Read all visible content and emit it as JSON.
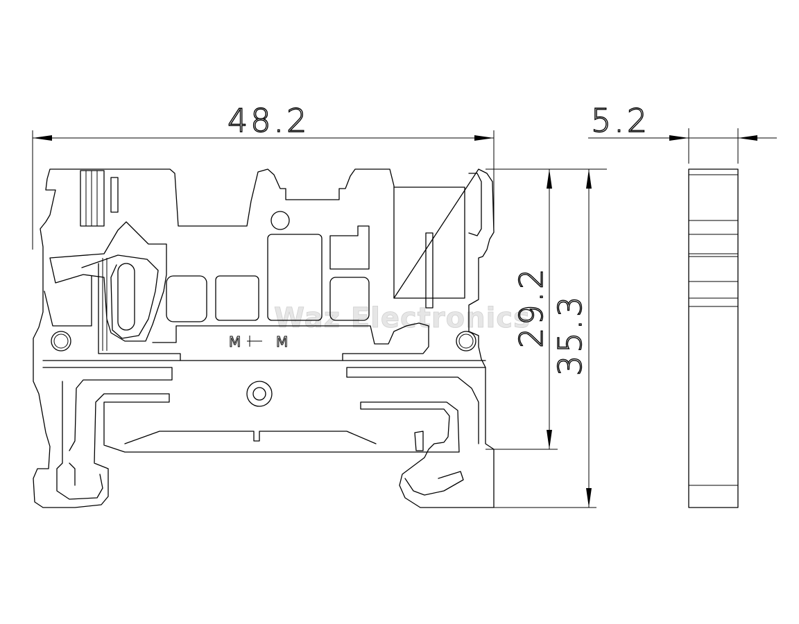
{
  "dimensions": {
    "width_main": "48.2",
    "width_side": "5.2",
    "height_inner": "29.2",
    "height_total": "35.3"
  },
  "markings": {
    "left": "M",
    "right": "M"
  },
  "watermark": "Waz Electronics",
  "colors": {
    "line": "#000000",
    "background": "#ffffff",
    "watermark": "#d9d9d9"
  }
}
